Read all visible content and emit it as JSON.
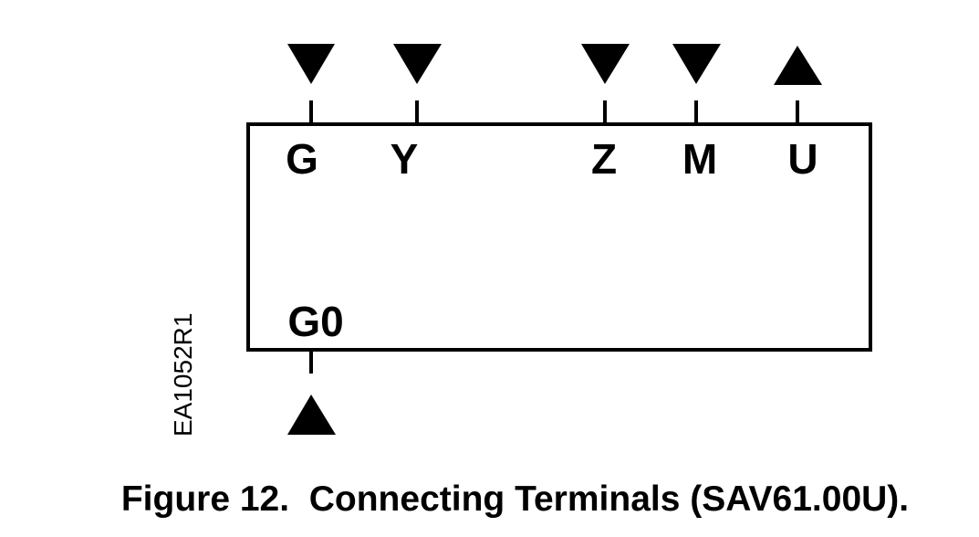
{
  "terminals": {
    "top": [
      {
        "label": "G",
        "direction": "down"
      },
      {
        "label": "Y",
        "direction": "down"
      },
      {
        "label": "Z",
        "direction": "down"
      },
      {
        "label": "M",
        "direction": "down"
      },
      {
        "label": "U",
        "direction": "up"
      }
    ],
    "bottom": [
      {
        "label": "G0",
        "direction": "up"
      }
    ]
  },
  "drawing_id": "EA1052R1",
  "caption": "Figure 12.  Connecting Terminals (SAV61.00U).",
  "colors": {
    "stroke": "#000000",
    "background": "#ffffff"
  }
}
